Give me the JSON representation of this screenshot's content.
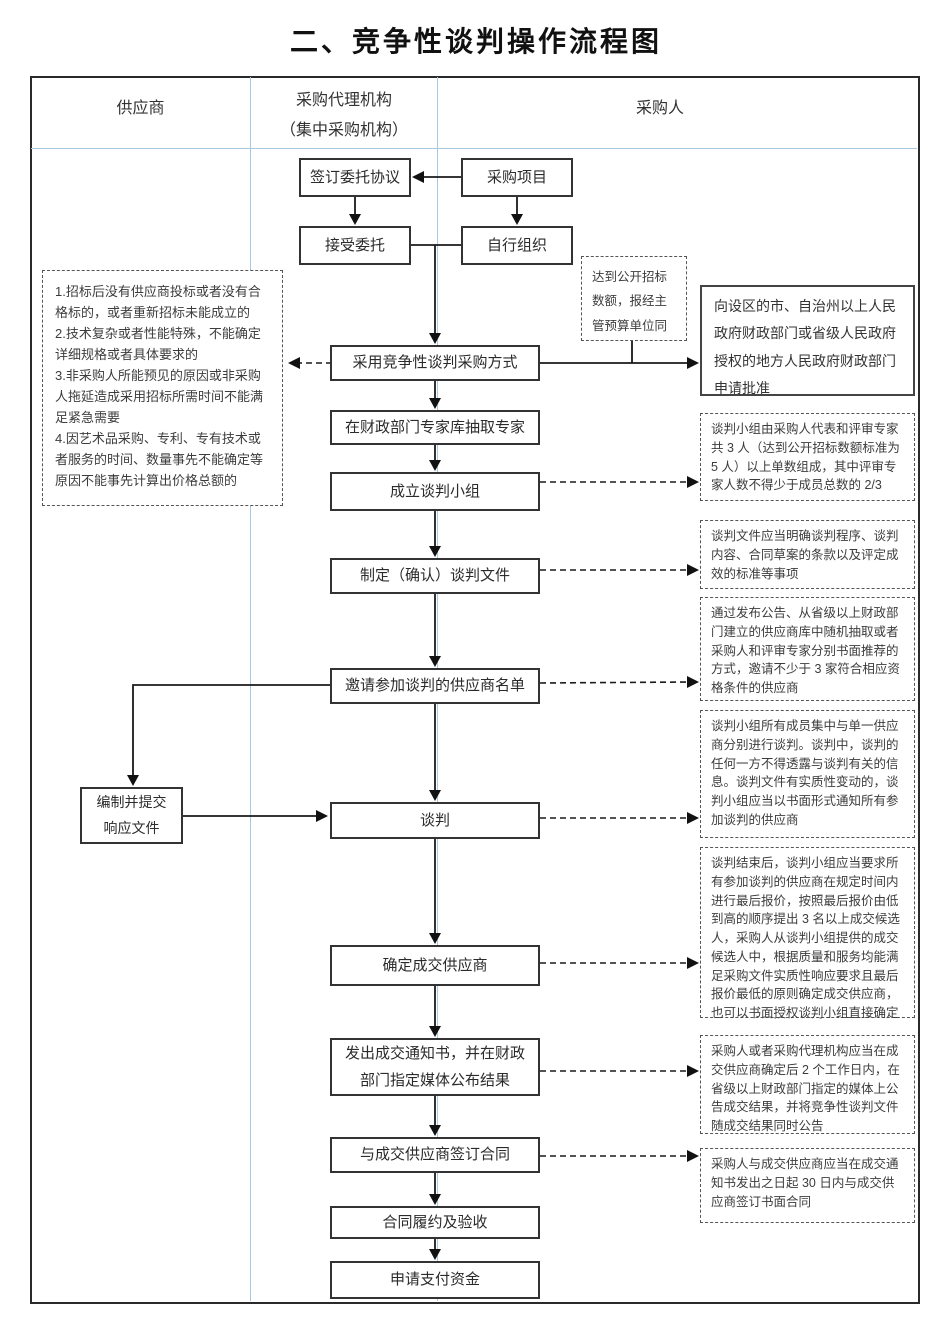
{
  "title": "二、竞争性谈判操作流程图",
  "lanes": {
    "supplier": "供应商",
    "agency_line1": "采购代理机构",
    "agency_line2": "（集中采购机构）",
    "purchaser": "采购人"
  },
  "flow": {
    "sign_agreement": "签订委托协议",
    "procurement_project": "采购项目",
    "accept_entrust": "接受委托",
    "self_organize": "自行组织",
    "adopt_method": "采用竞争性谈判采购方式",
    "draw_experts": "在财政部门专家库抽取专家",
    "form_team": "成立谈判小组",
    "make_documents": "制定（确认）谈判文件",
    "invite_list": "邀请参加谈判的供应商名单",
    "negotiate": "谈判",
    "confirm_supplier": "确定成交供应商",
    "issue_notice": "发出成交通知书，并在财政部门指定媒体公布结果",
    "sign_contract": "与成交供应商签订合同",
    "perform_accept": "合同履约及验收",
    "request_payment": "申请支付资金",
    "response_line1": "编制并提交",
    "response_line2": "响应文件",
    "apply_approval": "向设区的市、自治州以上人民政府财政部门或省级人民政府授权的地方人民政府财政部门申请批准"
  },
  "notes": {
    "conditions": [
      "1.招标后没有供应商投标或者没有合格标的，或者重新招标未能成立的",
      "2.技术复杂或者性能特殊，不能确定详细规格或者具体要求的",
      "3.非采购人所能预见的原因或非采购人拖延造成采用招标所需时间不能满足紧急需要",
      "4.因艺术品采购、专利、专有技术或者服务的时间、数量事先不能确定等原因不能事先计算出价格总额的"
    ],
    "quota": "达到公开招标数额，报经主管预算单位同",
    "team_note": "谈判小组由采购人代表和评审专家共 3 人（达到公开招标数额标准为 5 人）以上单数组成，其中评审专家人数不得少于成员总数的 2/3",
    "docs_note": "谈判文件应当明确谈判程序、谈判内容、合同草案的条款以及评定成效的标准等事项",
    "invite_note": "通过发布公告、从省级以上财政部门建立的供应商库中随机抽取或者采购人和评审专家分别书面推荐的方式，邀请不少于 3 家符合相应资格条件的供应商",
    "negotiate_note": "谈判小组所有成员集中与单一供应商分别进行谈判。谈判中，谈判的任何一方不得透露与谈判有关的信息。谈判文件有实质性变动的，谈判小组应当以书面形式通知所有参加谈判的供应商",
    "confirm_note": "谈判结束后，谈判小组应当要求所有参加谈判的供应商在规定时间内进行最后报价，按照最后报价由低到高的顺序提出 3 名以上成交候选人，采购人从谈判小组提供的成交候选人中，根据质量和服务均能满足采购文件实质性响应要求且最后报价最低的原则确定成交供应商，也可以书面授权谈判小组直接确定",
    "notice_note": "采购人或者采购代理机构应当在成交供应商确定后 2 个工作日内，在省级以上财政部门指定的媒体上公告成交结果，并将竞争性谈判文件随成交结果同时公告",
    "contract_note": "采购人与成交供应商应当在成交通知书发出之日起 30 日内与成交供应商签订书面合同"
  },
  "colors": {
    "lane_line": "#a9c9de",
    "flow_line": "#1a1a1a"
  }
}
